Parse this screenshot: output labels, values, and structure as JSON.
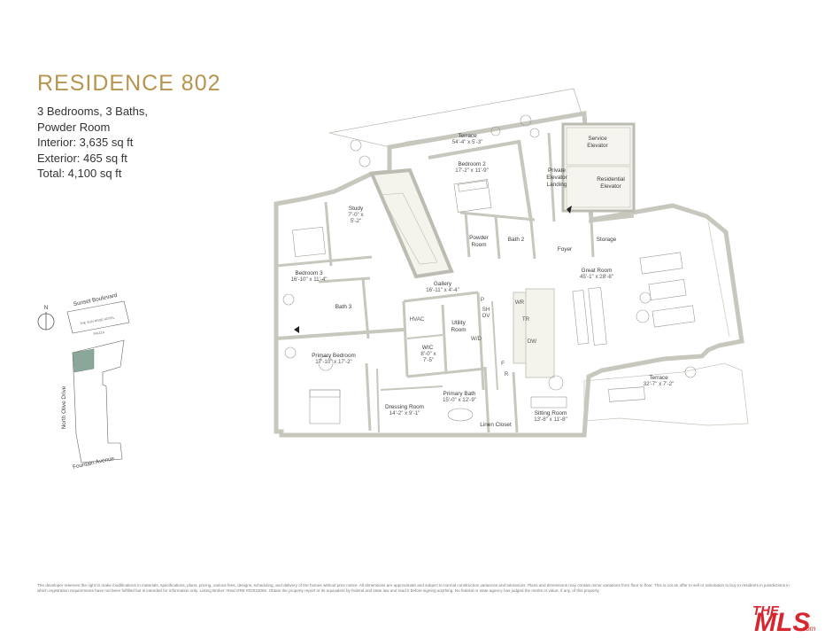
{
  "header": {
    "title": "RESIDENCE 802",
    "specs": [
      "3 Bedrooms, 3 Baths,",
      "Powder Room",
      "Interior: 3,635 sq ft",
      "Exterior: 465 sq ft",
      "Total: 4,100 sq ft"
    ]
  },
  "rooms": {
    "terrace_top": {
      "name": "Terrace",
      "dim": "54'-4\" x 5'-3\""
    },
    "bedroom2": {
      "name": "Bedroom 2",
      "dim": "17'-2\" x 11'-9\""
    },
    "service_elevator": {
      "line1": "Service",
      "line2": "Elevator"
    },
    "residential_elevator": {
      "line1": "Residential",
      "line2": "Elevator"
    },
    "private_elevator": {
      "line1": "Private",
      "line2": "Elevator",
      "line3": "Landing"
    },
    "study": {
      "name": "Study",
      "dim1": "7'-0\" x",
      "dim2": "5'-2\""
    },
    "powder": {
      "line1": "Powder",
      "line2": "Room"
    },
    "bath2": "Bath 2",
    "storage": "Storage",
    "foyer": "Foyer",
    "bedroom3": {
      "name": "Bedroom 3",
      "dim": "16'-10\" x 11'-4\""
    },
    "gallery": {
      "name": "Gallery",
      "dim": "16'-11\" x 4'-4\""
    },
    "great_room": {
      "name": "Great Room",
      "dim": "45'-1\" x 28'-8\""
    },
    "bath3": "Bath 3",
    "hvac": "HVAC",
    "utility": {
      "line1": "Utility",
      "line2": "Room"
    },
    "wd": "W/D",
    "p": "P",
    "sh_ov": {
      "line1": "SH",
      "line2": "OV"
    },
    "wr": "WR",
    "tr": "TR",
    "dw": "DW",
    "f": "F",
    "r": "R",
    "primary_bedroom": {
      "name": "Primary Bedroom",
      "dim": "17'-10\" x 17'-2\""
    },
    "wic": {
      "name": "WIC",
      "dim1": "8'-0\" x",
      "dim2": "7'-5\""
    },
    "primary_bath": {
      "name": "Primary Bath",
      "dim": "15'-0\" x 12'-9\""
    },
    "terrace_right": {
      "name": "Terrace",
      "dim": "32'-7\" x 7'-2\""
    },
    "dressing": {
      "name": "Dressing Room",
      "dim": "14'-2\" x 9'-1\""
    },
    "sitting": {
      "name": "Sitting Room",
      "dim": "13'-8\" x 11'-8\""
    },
    "linen": "Linen Closet"
  },
  "site_map": {
    "north": "N",
    "sunset": "Sunset Boulevard",
    "hotel": "THE SUN ROSE HOTEL",
    "piazza": "PIAZZA",
    "olive": "North Olive Drive",
    "fountain": "Fountain Avenue"
  },
  "disclaimer": "The developer reserves the right to make modifications in materials, specifications, plans, pricing, various fees, designs, scheduling, and delivery of the homes without prior notice. All dimensions are approximate and subject to normal construction variances and tolerances. Plans and dimensions may contain minor variations from floor to floor. This is not an offer to sell or solicitation to buy to residents in jurisdictions in which registration requirements have not been fulfilled but is intended for information only. Listing Broker: Real ORE #02022092. Obtain the property report or its equivalent by federal and state law and read it before signing anything. No federal or state agency has judged the merits or value, if any, of this property.",
  "logo": {
    "line1": "THE",
    "line2": "MLS",
    "suffix": ".com"
  },
  "colors": {
    "accent": "#b8944f",
    "wall": "#e9e8df",
    "wall_stroke": "#bdbcb2",
    "logo_red": "#d8262e"
  }
}
